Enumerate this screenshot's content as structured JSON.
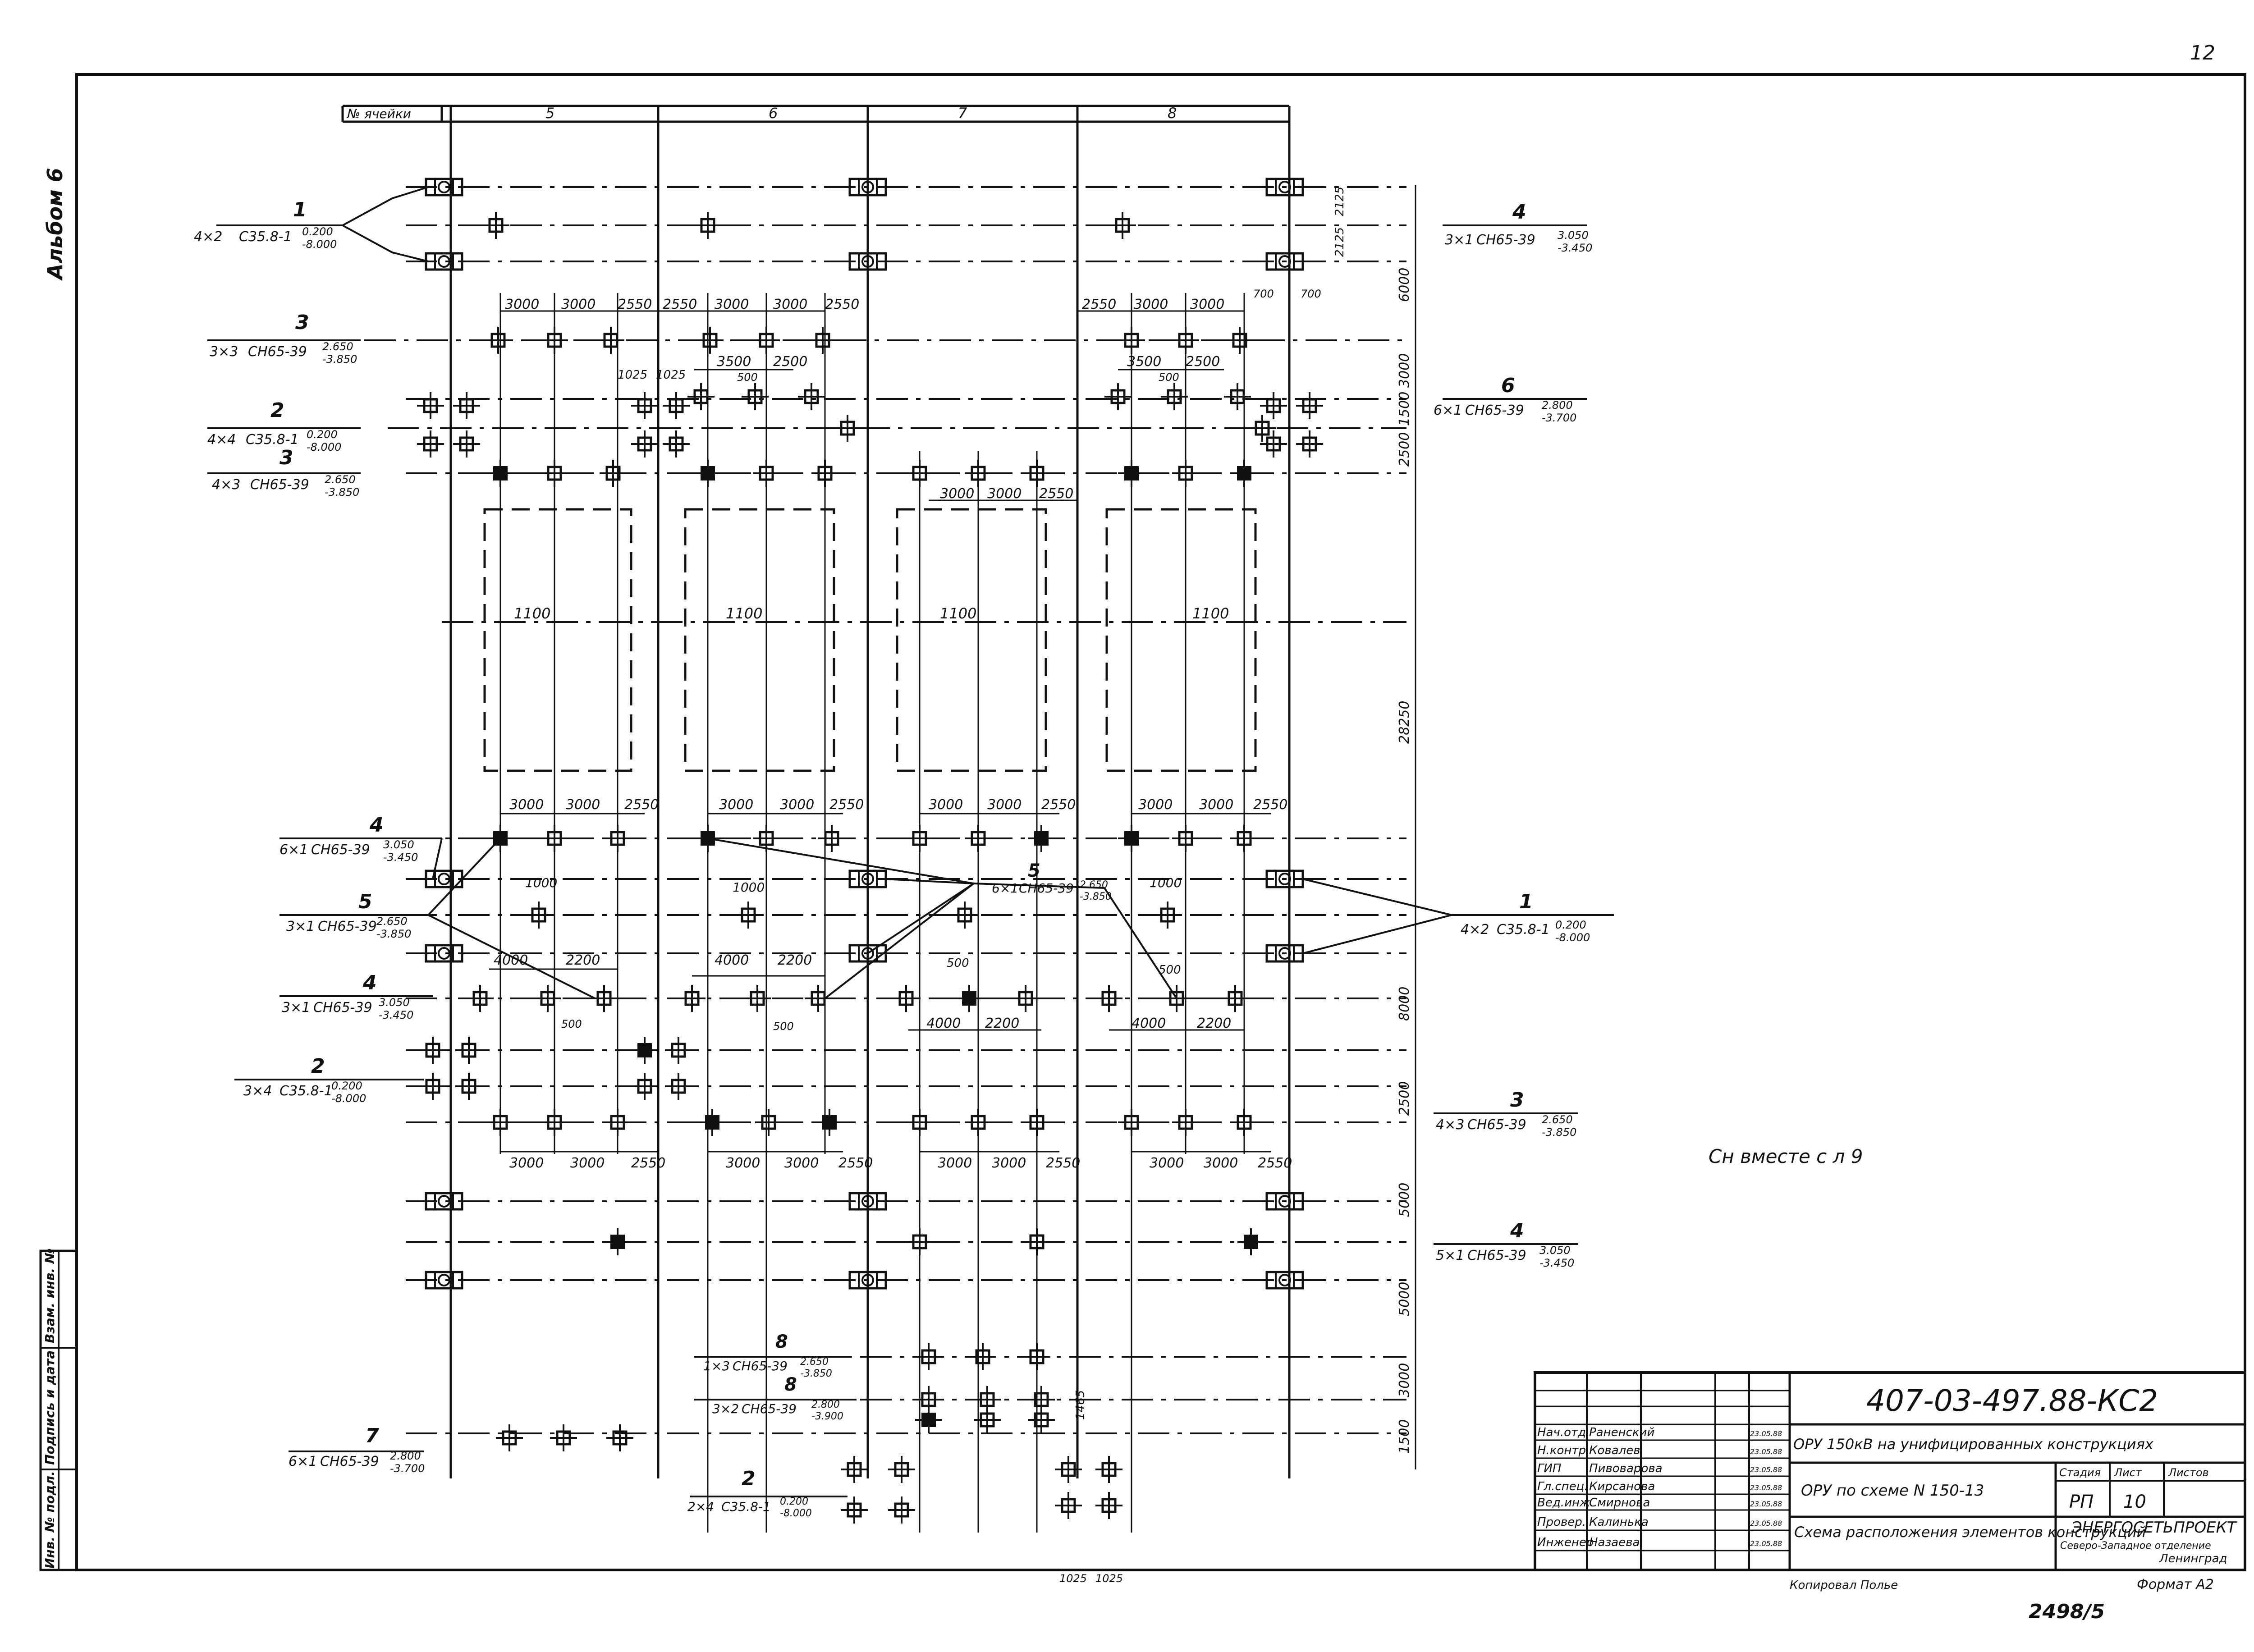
{
  "album": "Альбом 6",
  "page_corner": "12",
  "bottom_number": "2498/5",
  "copied_by": "Копировал Полье",
  "format": "Формат А2",
  "note": "Сн вместе с л 9",
  "cells": {
    "header": "№ ячейки",
    "numbers": [
      "5",
      "6",
      "7",
      "8"
    ]
  },
  "callouts": [
    {
      "num": "1",
      "qty": "4×2",
      "type": "С35.8-1",
      "top": "0.200",
      "bottom": "-8.000"
    },
    {
      "num": "3",
      "qty": "3×3",
      "type": "СН65-39",
      "top": "2.650",
      "bottom": "-3.850"
    },
    {
      "num": "2",
      "qty": "4×4",
      "type": "С35.8-1",
      "top": "0.200",
      "bottom": "-8.000"
    },
    {
      "num": "3",
      "qty": "4×3",
      "type": "СН65-39",
      "top": "2.650",
      "bottom": "-3.850"
    },
    {
      "num": "4",
      "qty": "3×1",
      "type": "СН65-39",
      "top": "3.050",
      "bottom": "-3.450"
    },
    {
      "num": "6",
      "qty": "6×1",
      "type": "СН65-39",
      "top": "2.800",
      "bottom": "-3.700"
    },
    {
      "num": "4",
      "qty": "6×1",
      "type": "СН65-39",
      "top": "3.050",
      "bottom": "-3.450"
    },
    {
      "num": "5",
      "qty": "3×1",
      "type": "СН65-39",
      "top": "2.650",
      "bottom": "-3.850"
    },
    {
      "num": "4",
      "qty": "3×1",
      "type": "СН65-39",
      "top": "3.050",
      "bottom": "-3.450"
    },
    {
      "num": "2",
      "qty": "3×4",
      "type": "С35.8-1",
      "top": "0.200",
      "bottom": "-8.000"
    },
    {
      "num": "5",
      "qty": "6×1",
      "type": "СН65-39",
      "top": "2.650",
      "bottom": "-3.850"
    },
    {
      "num": "1",
      "qty": "4×2",
      "type": "С35.8-1",
      "top": "0.200",
      "bottom": "-8.000"
    },
    {
      "num": "3",
      "qty": "4×3",
      "type": "СН65-39",
      "top": "2.650",
      "bottom": "-3.850"
    },
    {
      "num": "4",
      "qty": "5×1",
      "type": "СН65-39",
      "top": "3.050",
      "bottom": "-3.450"
    },
    {
      "num": "8",
      "qty": "1×3",
      "type": "СН65-39",
      "top": "2.650",
      "bottom": "-3.850"
    },
    {
      "num": "8",
      "qty": "3×2",
      "type": "СН65-39",
      "top": "2.800",
      "bottom": "-3.900"
    },
    {
      "num": "7",
      "qty": "6×1",
      "type": "СН65-39",
      "top": "2.800",
      "bottom": "-3.700"
    },
    {
      "num": "2",
      "qty": "2×4",
      "type": "С35.8-1",
      "top": "0.200",
      "bottom": "-8.000"
    }
  ],
  "dims": {
    "d3000": "3000",
    "d2550": "2550",
    "d3500": "3500",
    "d2500": "2500",
    "d500": "500",
    "d1025": "1025",
    "d1000": "1000",
    "d4000": "4000",
    "d2200": "2200",
    "d1100": "1100",
    "d700": "700",
    "d2125": "2125",
    "d2125b": "2125",
    "v6000": "6000",
    "v3000": "3000",
    "v1500": "1500",
    "v2500": "2500",
    "v28250": "28250",
    "v8000": "8000",
    "v2500b": "2500",
    "v5000a": "5000",
    "v5000b": "5000",
    "v3000b": "3000",
    "v1500b": "1500",
    "v1465": "1465"
  },
  "side_stamp": [
    "Инв. № подл.",
    "Подпись и дата",
    "Взам. инв. №"
  ],
  "title_block": {
    "code": "407-03-497.88-КС2",
    "title1": "ОРУ 150кВ на унифицированных конструкциях",
    "title2": "ОРУ по схеме N 150-13",
    "title3": "Схема расположения элементов конструкций",
    "org1": "ЭНЕРГОСЕТЬПРОЕКТ",
    "org2": "Северо-Западное отделение",
    "org3": "Ленинград",
    "stage_h": "Стадия",
    "sheet_h": "Лист",
    "sheets_h": "Листов",
    "stage": "РП",
    "sheet": "10",
    "rows": [
      {
        "role": "Нач.отд",
        "name": "Раненский",
        "date": "23.05.88"
      },
      {
        "role": "Н.контр.",
        "name": "Ковалев",
        "date": "23.05.88"
      },
      {
        "role": "ГИП",
        "name": "Пивоварова",
        "date": "23.05.88"
      },
      {
        "role": "Гл.спец.",
        "name": "Кирсанова",
        "date": "23.05.88"
      },
      {
        "role": "Вед.инж.",
        "name": "Смирнова",
        "date": "23.05.88"
      },
      {
        "role": "Провер.",
        "name": "Калинька",
        "date": "23.05.88"
      },
      {
        "role": "Инженер",
        "name": "Назаева",
        "date": "23.05.88"
      }
    ]
  }
}
